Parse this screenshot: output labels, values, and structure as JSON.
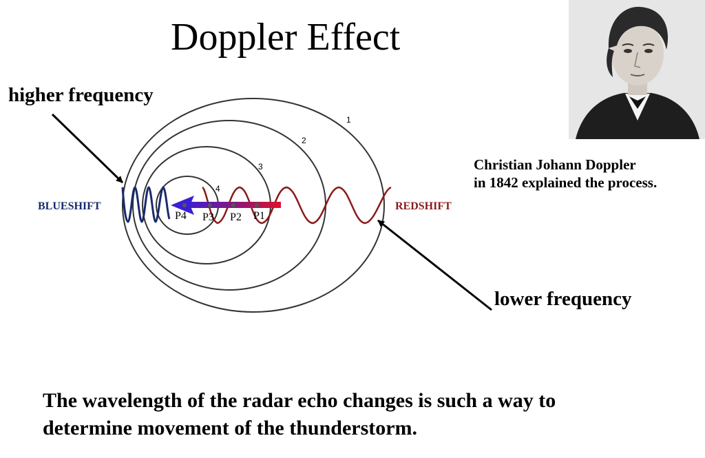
{
  "title": "Doppler Effect",
  "labels": {
    "higher": "higher frequency",
    "lower": "lower frequency",
    "blueshift": "BLUESHIFT",
    "redshift": "REDSHIFT"
  },
  "ring_numbers": [
    "1",
    "2",
    "3",
    "4"
  ],
  "positions": [
    "P4",
    "P3",
    "P2",
    "P1"
  ],
  "caption": {
    "line1": "Christian Johann Doppler",
    "line2": "in 1842 explained the process."
  },
  "bottom_text": {
    "line1": "The wavelength of the radar echo changes is such a way to",
    "line2": "determine movement of the thunderstorm."
  },
  "colors": {
    "blueshift": "#1a2a6c",
    "redshift": "#8b1a1a",
    "arrow_blue": "#3a1fd6",
    "arrow_purple": "#7a1a8c",
    "arrow_red": "#e0102a"
  }
}
